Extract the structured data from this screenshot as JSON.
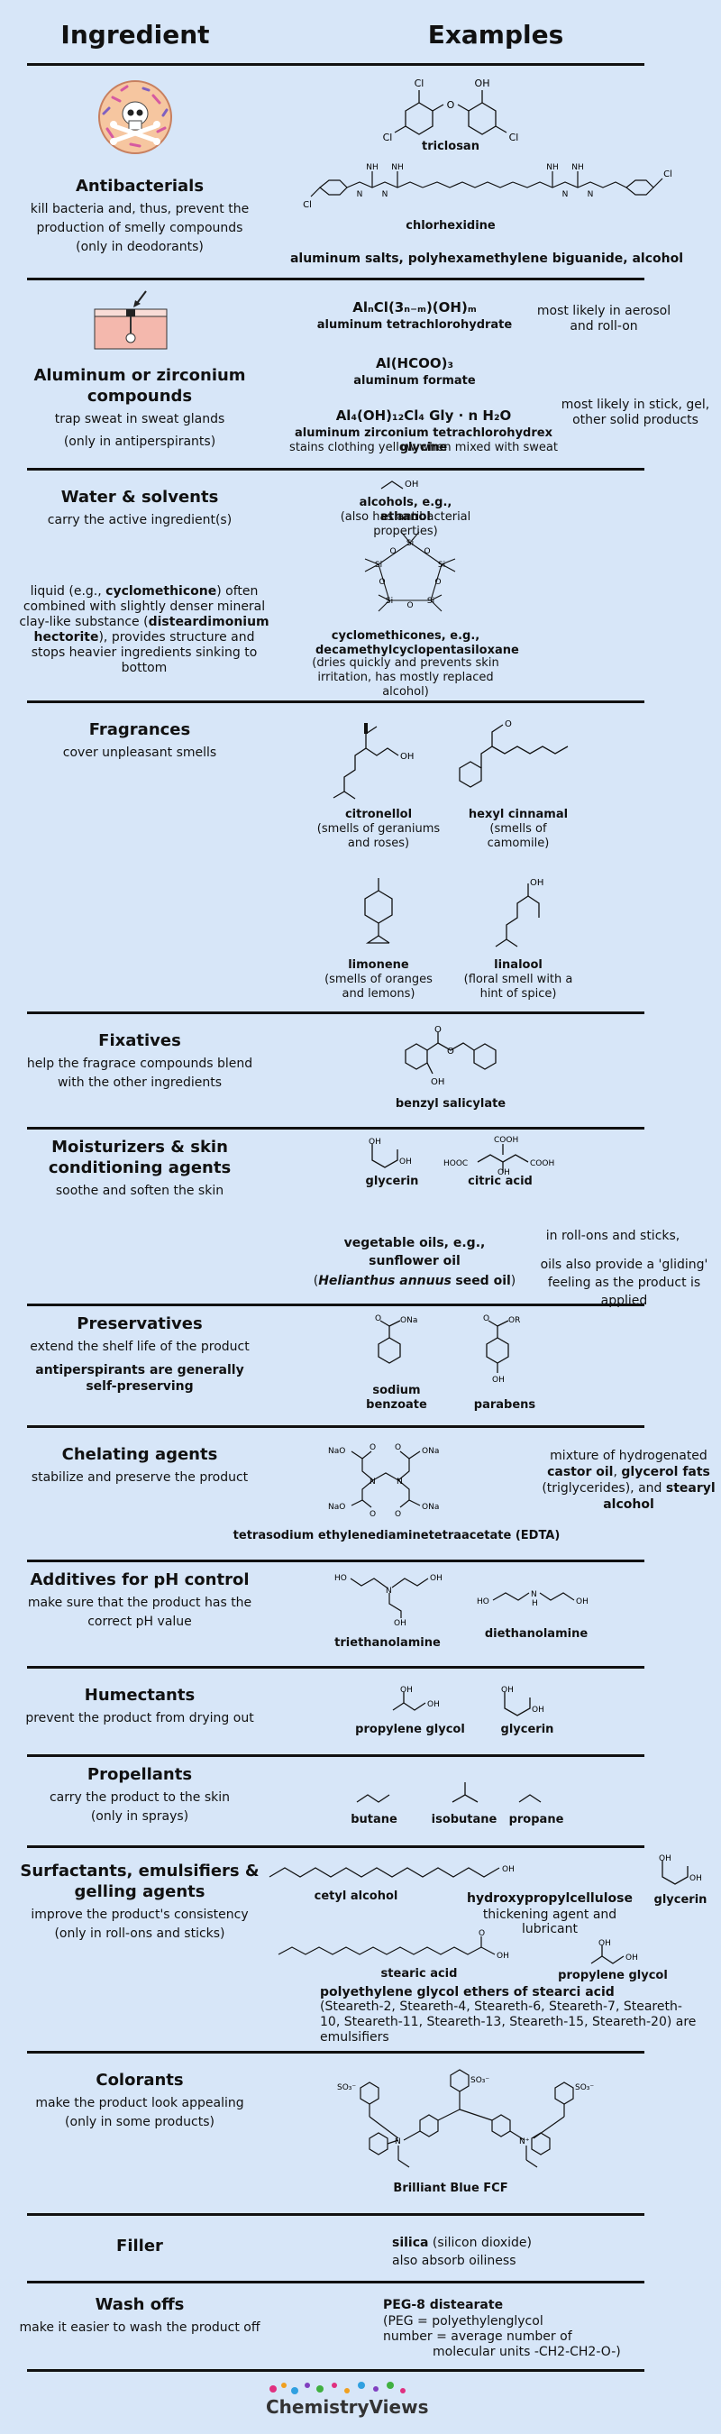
{
  "header": {
    "ingredient": "Ingredient",
    "examples": "Examples"
  },
  "sections": {
    "antibacterials": {
      "title": "Antibacterials",
      "desc": "kill bacteria and, thus, prevent the production of smelly compounds",
      "note": "(only in deodorants)",
      "ex1": "triclosan",
      "ex2": "chlorhexidine",
      "ex3": "aluminum salts, polyhexamethylene biguanide, alcohol",
      "atoms": {
        "cl": "Cl",
        "oh": "OH",
        "o": "O",
        "h": "H",
        "n": "N",
        "nh": "NH"
      }
    },
    "aluminum": {
      "title": "Aluminum or zirconium compounds",
      "desc": "trap sweat in sweat glands",
      "note": "(only in antiperspirants)",
      "f1": "AlₙCl(3ₙ₋ₘ)(OH)ₘ",
      "f1_name": "aluminum tetrachlorohydrate",
      "f1_side": "most likely in aerosol and roll-on",
      "f2": "Al(HCOO)₃",
      "f2_name": "aluminum formate",
      "f3": "Al₄(OH)₁₂Cl₄ Gly · n H₂O",
      "f3_name": "aluminum zirconium tetrachlorohydrex glycine",
      "f3_note": "stains clothing yellow when mixed with sweat",
      "f3_side": "most likely in stick, gel, other solid products"
    },
    "water": {
      "title": "Water & solvents",
      "desc": "carry the active ingredient(s)",
      "side_pre": "liquid (e.g., ",
      "side_b1": "cyclomethicone",
      "side_mid": ") often combined with slightly denser mineral clay-like substance (",
      "side_b2": "disteardimonium hectorite",
      "side_post": "), provides structure and stops heavier ingredients sinking to bottom",
      "ex1": "alcohols, e.g., ethanol",
      "ex1_note": "(also has antibacterial properties)",
      "ex2": "cyclomethicones, e.g., decamethylcyclopentasiloxane",
      "ex2_note": "(dries quickly and prevents skin irritation, has mostly replaced alcohol)",
      "atoms": {
        "oh": "OH",
        "si": "Si",
        "o": "O"
      }
    },
    "fragrances": {
      "title": "Fragrances",
      "desc": "cover unpleasant smells",
      "ex1": "citronellol",
      "ex1_note": "(smells of geraniums and roses)",
      "ex2": "hexyl cinnamal",
      "ex2_note": "(smells of camomile)",
      "ex3": "limonene",
      "ex3_note": "(smells of oranges and lemons)",
      "ex4": "linalool",
      "ex4_note": "(floral smell with a hint of spice)",
      "atoms": {
        "oh": "OH",
        "o": "O"
      }
    },
    "fixatives": {
      "title": "Fixatives",
      "desc": "help the fragrace compounds blend with the other ingredients",
      "ex1": "benzyl salicylate",
      "atoms": {
        "oh": "OH",
        "o": "O"
      }
    },
    "moisturizers": {
      "title": "Moisturizers & skin conditioning agents",
      "desc": "soothe and soften the skin",
      "ex1": "glycerin",
      "ex2": "citric acid",
      "ex3": "vegetable oils, e.g., sunflower oil",
      "ex3_latin": "Helianthus annuus",
      "ex3_tail": "seed oil",
      "side1": "in roll-ons and sticks,",
      "side2": "oils also provide a 'gliding' feeling as the product is applied",
      "atoms": {
        "oh": "OH",
        "hooc": "HOOC",
        "cooh": "COOH"
      }
    },
    "preservatives": {
      "title": "Preservatives",
      "desc": "extend the shelf life of the product",
      "note": "antiperspirants are generally self-preserving",
      "ex1": "sodium benzoate",
      "ex2": "parabens",
      "atoms": {
        "ona": "ONa",
        "or": "OR",
        "oh": "OH",
        "o": "O"
      }
    },
    "chelating": {
      "title": "Chelating agents",
      "desc": "stabilize and preserve the product",
      "ex1": "tetrasodium ethylenediaminetetraacetate (EDTA)",
      "side_pre": "mixture of hydrogenated ",
      "side_b1": "castor oil",
      "side_mid1": ", ",
      "side_b2": "glycerol fats",
      "side_mid2": " (triglycerides), and ",
      "side_b3": "stearyl alcohol",
      "atoms": {
        "nao": "NaO",
        "ona": "ONa",
        "n": "N",
        "o": "O"
      }
    },
    "additives": {
      "title": "Additives for pH control",
      "desc": "make sure that the product has the correct pH value",
      "ex1": "triethanolamine",
      "ex2": "diethanolamine",
      "atoms": {
        "ho": "HO",
        "oh": "OH",
        "n": "N",
        "h": "H"
      }
    },
    "humectants": {
      "title": "Humectants",
      "desc": "prevent the product from drying out",
      "ex1": "propylene glycol",
      "ex2": "glycerin",
      "atoms": {
        "oh": "OH"
      }
    },
    "propellants": {
      "title": "Propellants",
      "desc": "carry the product to the skin",
      "note": "(only in sprays)",
      "ex1": "butane",
      "ex2": "isobutane",
      "ex3": "propane"
    },
    "surfactants": {
      "title": "Surfactants, emulsifiers & gelling agents",
      "desc": "improve the product's consistency",
      "note": "(only in roll-ons and sticks)",
      "ex1": "cetyl alcohol",
      "ex2": "hydroxypropylcellulose",
      "ex2_note": "thickening agent and lubricant",
      "ex3": "glycerin",
      "ex4": "stearic acid",
      "ex5": "propylene glycol",
      "ex6": "polyethylene glycol ethers of stearci acid",
      "ex6_note": "(Steareth-2, Steareth-4, Steareth-6, Steareth-7, Steareth-10, Steareth-11, Steareth-13, Steareth-15, Steareth-20) are emulsifiers",
      "atoms": {
        "oh": "OH",
        "o": "O"
      }
    },
    "colorants": {
      "title": "Colorants",
      "desc": "make the product look appealing",
      "note": "(only in some products)",
      "ex1": "Brilliant Blue FCF",
      "atoms": {
        "so3": "SO₃⁻",
        "n": "N",
        "nplus": "N⁺"
      }
    },
    "filler": {
      "title": "Filler",
      "ex1_b": "silica",
      "ex1_rest": " (silicon dioxide)",
      "ex1_note": "also absorb oiliness"
    },
    "washoffs": {
      "title": "Wash offs",
      "desc": "make it easier to wash the product off",
      "ex1": "PEG-8 distearate",
      "ex1_note1": "(PEG = polyethylenglycol",
      "ex1_note2": "number = average number of",
      "ex1_note3": "molecular units -CH2-CH2-O-)"
    }
  },
  "logo": {
    "text": "ChemistryViews"
  },
  "colors": {
    "background": "#d7e6f8",
    "rule": "#111111",
    "skin": "#f4b8ad"
  }
}
